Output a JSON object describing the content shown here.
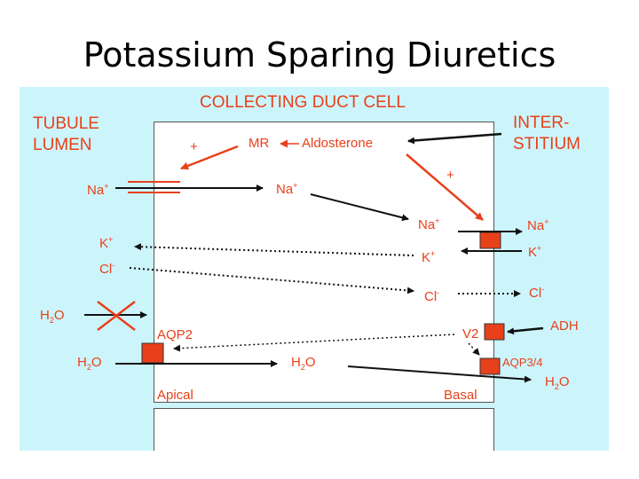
{
  "title": "Potassium Sparing Diuretics",
  "labels": {
    "cell_title": "COLLECTING DUCT CELL",
    "tubule_1": "TUBULE",
    "tubule_2": "LUMEN",
    "inter_1": "INTER-",
    "inter_2": "STITIUM",
    "mr": "MR",
    "aldosterone": "Aldosterone",
    "plus": "+",
    "na": "Na",
    "k": "K",
    "cl": "Cl",
    "h": "H",
    "o": "O",
    "sub2": "2",
    "plus_sup": "+",
    "minus_sup": "-",
    "aqp2": "AQP2",
    "v2": "V2",
    "adh": "ADH",
    "aqp34": "AQP3/4",
    "apical": "Apical",
    "basal": "Basal"
  },
  "colors": {
    "panel": "#ccf5fb",
    "red": "#e8401a",
    "channel": "#e8401a",
    "text": "#111111"
  }
}
